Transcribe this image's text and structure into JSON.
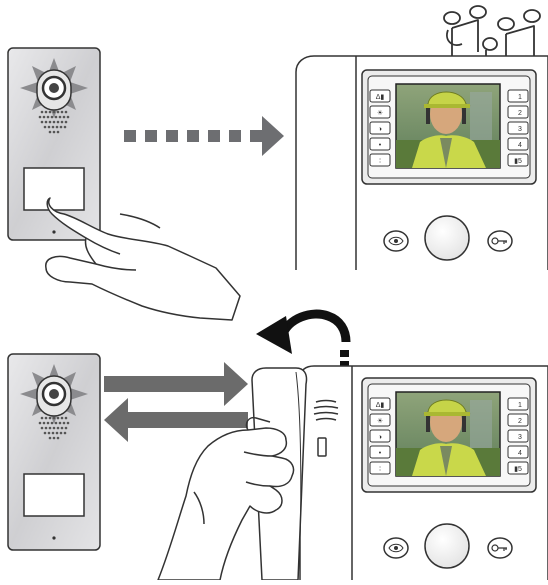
{
  "monitor_buttons": {
    "left": [
      "Δ▮",
      "☀",
      "◑",
      "•",
      "∶"
    ],
    "right": [
      "1",
      "2",
      "3",
      "4",
      "▮5"
    ]
  },
  "colors": {
    "panel_metal": "#d9d9db",
    "panel_outline": "#333333",
    "led_glow": "#8b8b8e",
    "dotted_arrow": "#6d6e71",
    "solid_arrow": "#6b6b6b",
    "monitor_body": "#ffffff",
    "screen_bezel": "#dcdcdc"
  },
  "icons": {
    "music_notes": "music-notes-icon",
    "lift_handset": "curved-arrow-icon",
    "speaker": "speaker-icon",
    "eye_button": "eye-icon",
    "key_button": "key-icon"
  }
}
